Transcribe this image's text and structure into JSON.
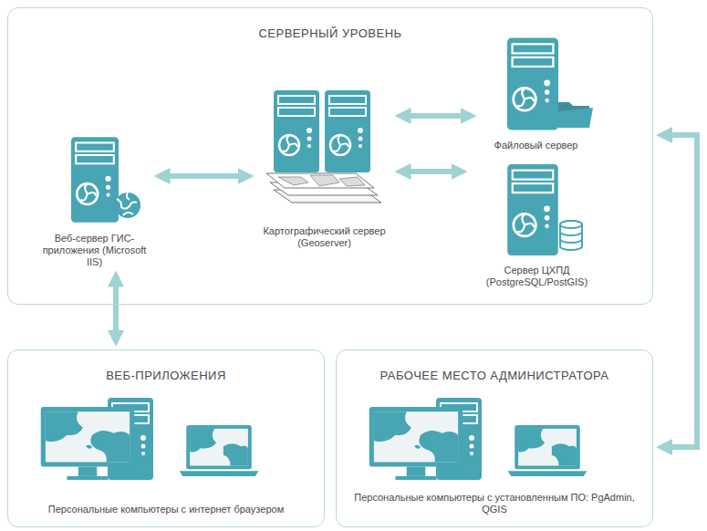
{
  "diagram": {
    "nodes": [
      {
        "text": [
          "СЕРВЕРНЫЙ УРОВЕНЬ"
        ]
      },
      {
        "text": [
          "Веб-сервер ГИС-приложения (Microsoft IIS)"
        ],
        "in": 0
      },
      {
        "text": [
          "Картографический сервер (Geoserver)"
        ],
        "in": 0
      },
      {
        "text": [
          "Файловый сервер"
        ],
        "in": 0
      },
      {
        "text": [
          "Сервер ЦХПД (PostgreSQL/PostGIS)"
        ],
        "in": 0
      },
      {
        "text": [
          "ВЕБ-ПРИЛОЖЕНИЯ",
          "Персональные компьютеры с интернет браузером"
        ]
      },
      {
        "text": [
          "РАБОЧЕЕ МЕСТО АДМИНИСТРАТОРА",
          "Персональные компьютеры с установленным ПО: PgAdmin, QGIS"
        ]
      }
    ],
    "edges": [
      {
        "from": 1,
        "to": 2,
        "arrow": "both"
      },
      {
        "from": 2,
        "to": 3,
        "arrow": "both"
      },
      {
        "from": 2,
        "to": 4,
        "arrow": "both"
      },
      {
        "from": 1,
        "to": 5,
        "arrow": "both"
      },
      {
        "from": 0,
        "to": 6,
        "arrow": "both"
      }
    ]
  }
}
